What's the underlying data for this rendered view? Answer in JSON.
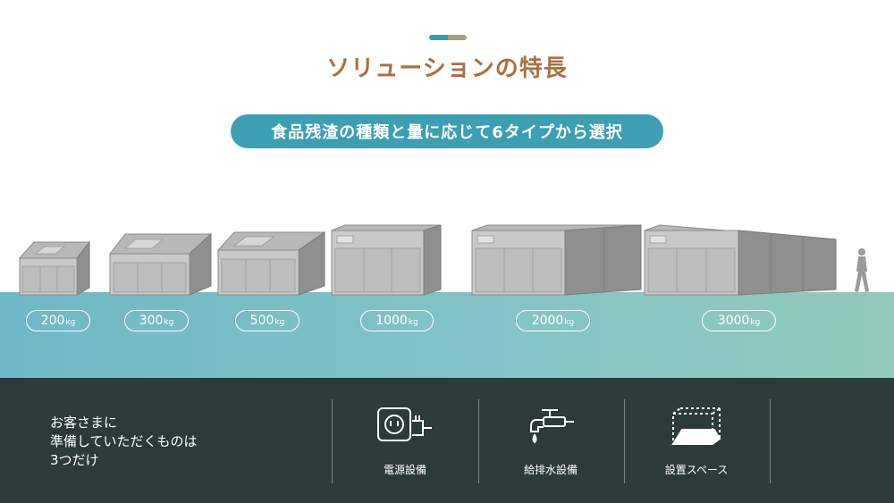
{
  "header": {
    "title": "ソリューションの特長",
    "subtitle": "食品残渣の種類と量に応じて6タイプから選択"
  },
  "capacities": [
    {
      "value": "200",
      "unit": "kg"
    },
    {
      "value": "300",
      "unit": "kg"
    },
    {
      "value": "500",
      "unit": "kg"
    },
    {
      "value": "1000",
      "unit": "kg"
    },
    {
      "value": "2000",
      "unit": "kg"
    },
    {
      "value": "3000",
      "unit": "kg"
    }
  ],
  "footer": {
    "intro_lines": [
      "お客さまに",
      "準備していただくものは",
      "3つだけ"
    ],
    "requirements": [
      {
        "label": "電源設備",
        "icon": "power-outlet-icon"
      },
      {
        "label": "給排水設備",
        "icon": "water-faucet-icon"
      },
      {
        "label": "設置スペース",
        "icon": "installation-space-icon"
      }
    ]
  },
  "colors": {
    "title": "#a8713f",
    "pill": "#3c9fb3",
    "band_start": "#6fb8c7",
    "band_end": "#93c9bb",
    "footer_bg": "#2d3a3a"
  }
}
